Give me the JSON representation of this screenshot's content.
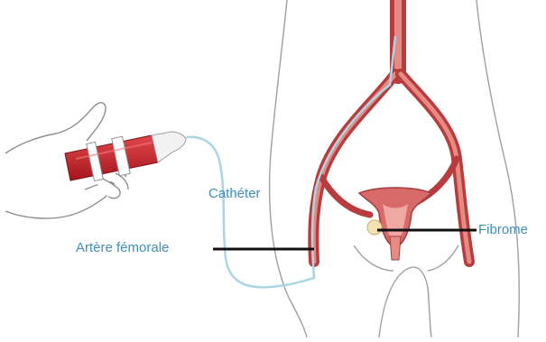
{
  "labels": {
    "catheter": "Cathéter",
    "artere_femorale": "Artère fémorale",
    "fibrome": "Fibrome"
  },
  "colors": {
    "artery": "#c2494a",
    "artery_light": "#e58b84",
    "catheter": "#aad5e3",
    "label_text": "#3d8fb6",
    "leader_line": "#111111",
    "outline": "#9a9a9a",
    "fibroid": "#f4e3b0",
    "uterus": "#d86a6a",
    "syringe_blood": "#c9262c"
  },
  "icons": {
    "hand": "hand-icon",
    "syringe": "syringe-icon"
  }
}
